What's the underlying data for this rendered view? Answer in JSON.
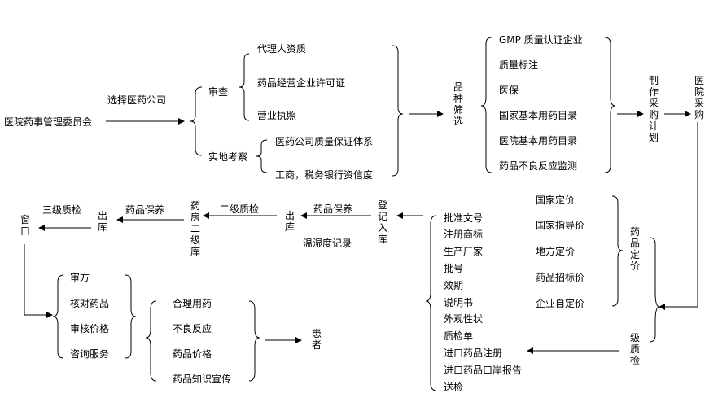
{
  "diagram": {
    "committee": "医院药事管理委员会",
    "select_company": "选择医药公司",
    "review": "审查",
    "review_items": [
      "代理人资质",
      "药品经营企业许可证",
      "营业执照"
    ],
    "site_inspection": "实地考察",
    "site_items": [
      "医药公司质量保证体系",
      "工商，税务银行资信度"
    ],
    "variety_screening": "品种筛选",
    "screen_items": [
      "GMP 质量认证企业",
      "质量标注",
      "医保",
      "国家基本用药目录",
      "医院基本用药目录",
      "药品不良反应监测"
    ],
    "make_plan": "制作采购计划",
    "hospital_purchase": "医院采购",
    "pricing": "药品定价",
    "price_items": [
      "国家定价",
      "国家指导价",
      "地方定价",
      "药品招标价",
      "企业自定价"
    ],
    "first_inspection": "一级质检",
    "check_items": [
      "批准文号",
      "注册商标",
      "生产厂家",
      "批号",
      "效期",
      "说明书",
      "外观性状",
      "质检单",
      "进口药品注册",
      "进口药品口岸报告",
      "送检"
    ],
    "register_in": "登记入库",
    "storage_items": [
      "药品保养",
      "温湿度记录"
    ],
    "out_stock_1": "出库",
    "second_inspection": "二级质检",
    "pharmacy_2": "药房二级库",
    "maintenance_2": "药品保养",
    "out_stock_2": "出库",
    "third_inspection": "三级质检",
    "window": "窗口",
    "window_items": [
      "审方",
      "核对药品",
      "审核价格",
      "咨询服务"
    ],
    "service_items": [
      "合理用药",
      "不良反应",
      "药品价格",
      "药品知识宣传"
    ],
    "patient": "患者"
  }
}
